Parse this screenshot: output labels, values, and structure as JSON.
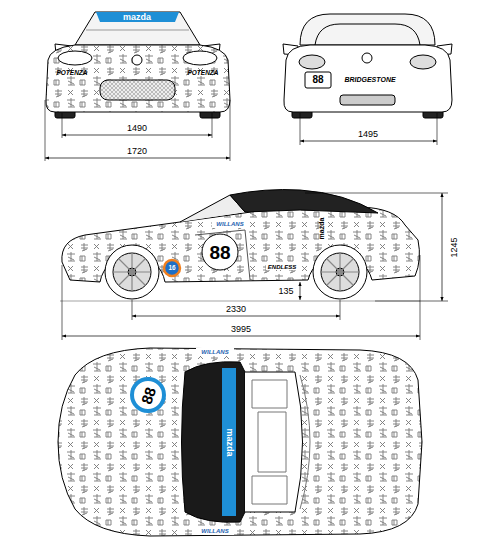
{
  "diagram": {
    "labels": [
      "mazda",
      "POTENZA",
      "POTENZA",
      "1490",
      "1720",
      "88",
      "BRIDGESTONE",
      "1495",
      "mazda",
      "WILLANS",
      "88",
      "16",
      "ENDLESS",
      "1245",
      "135",
      "2330",
      "3995",
      "88",
      "WILLANS",
      "mazda",
      "WILLANS"
    ]
  }
}
